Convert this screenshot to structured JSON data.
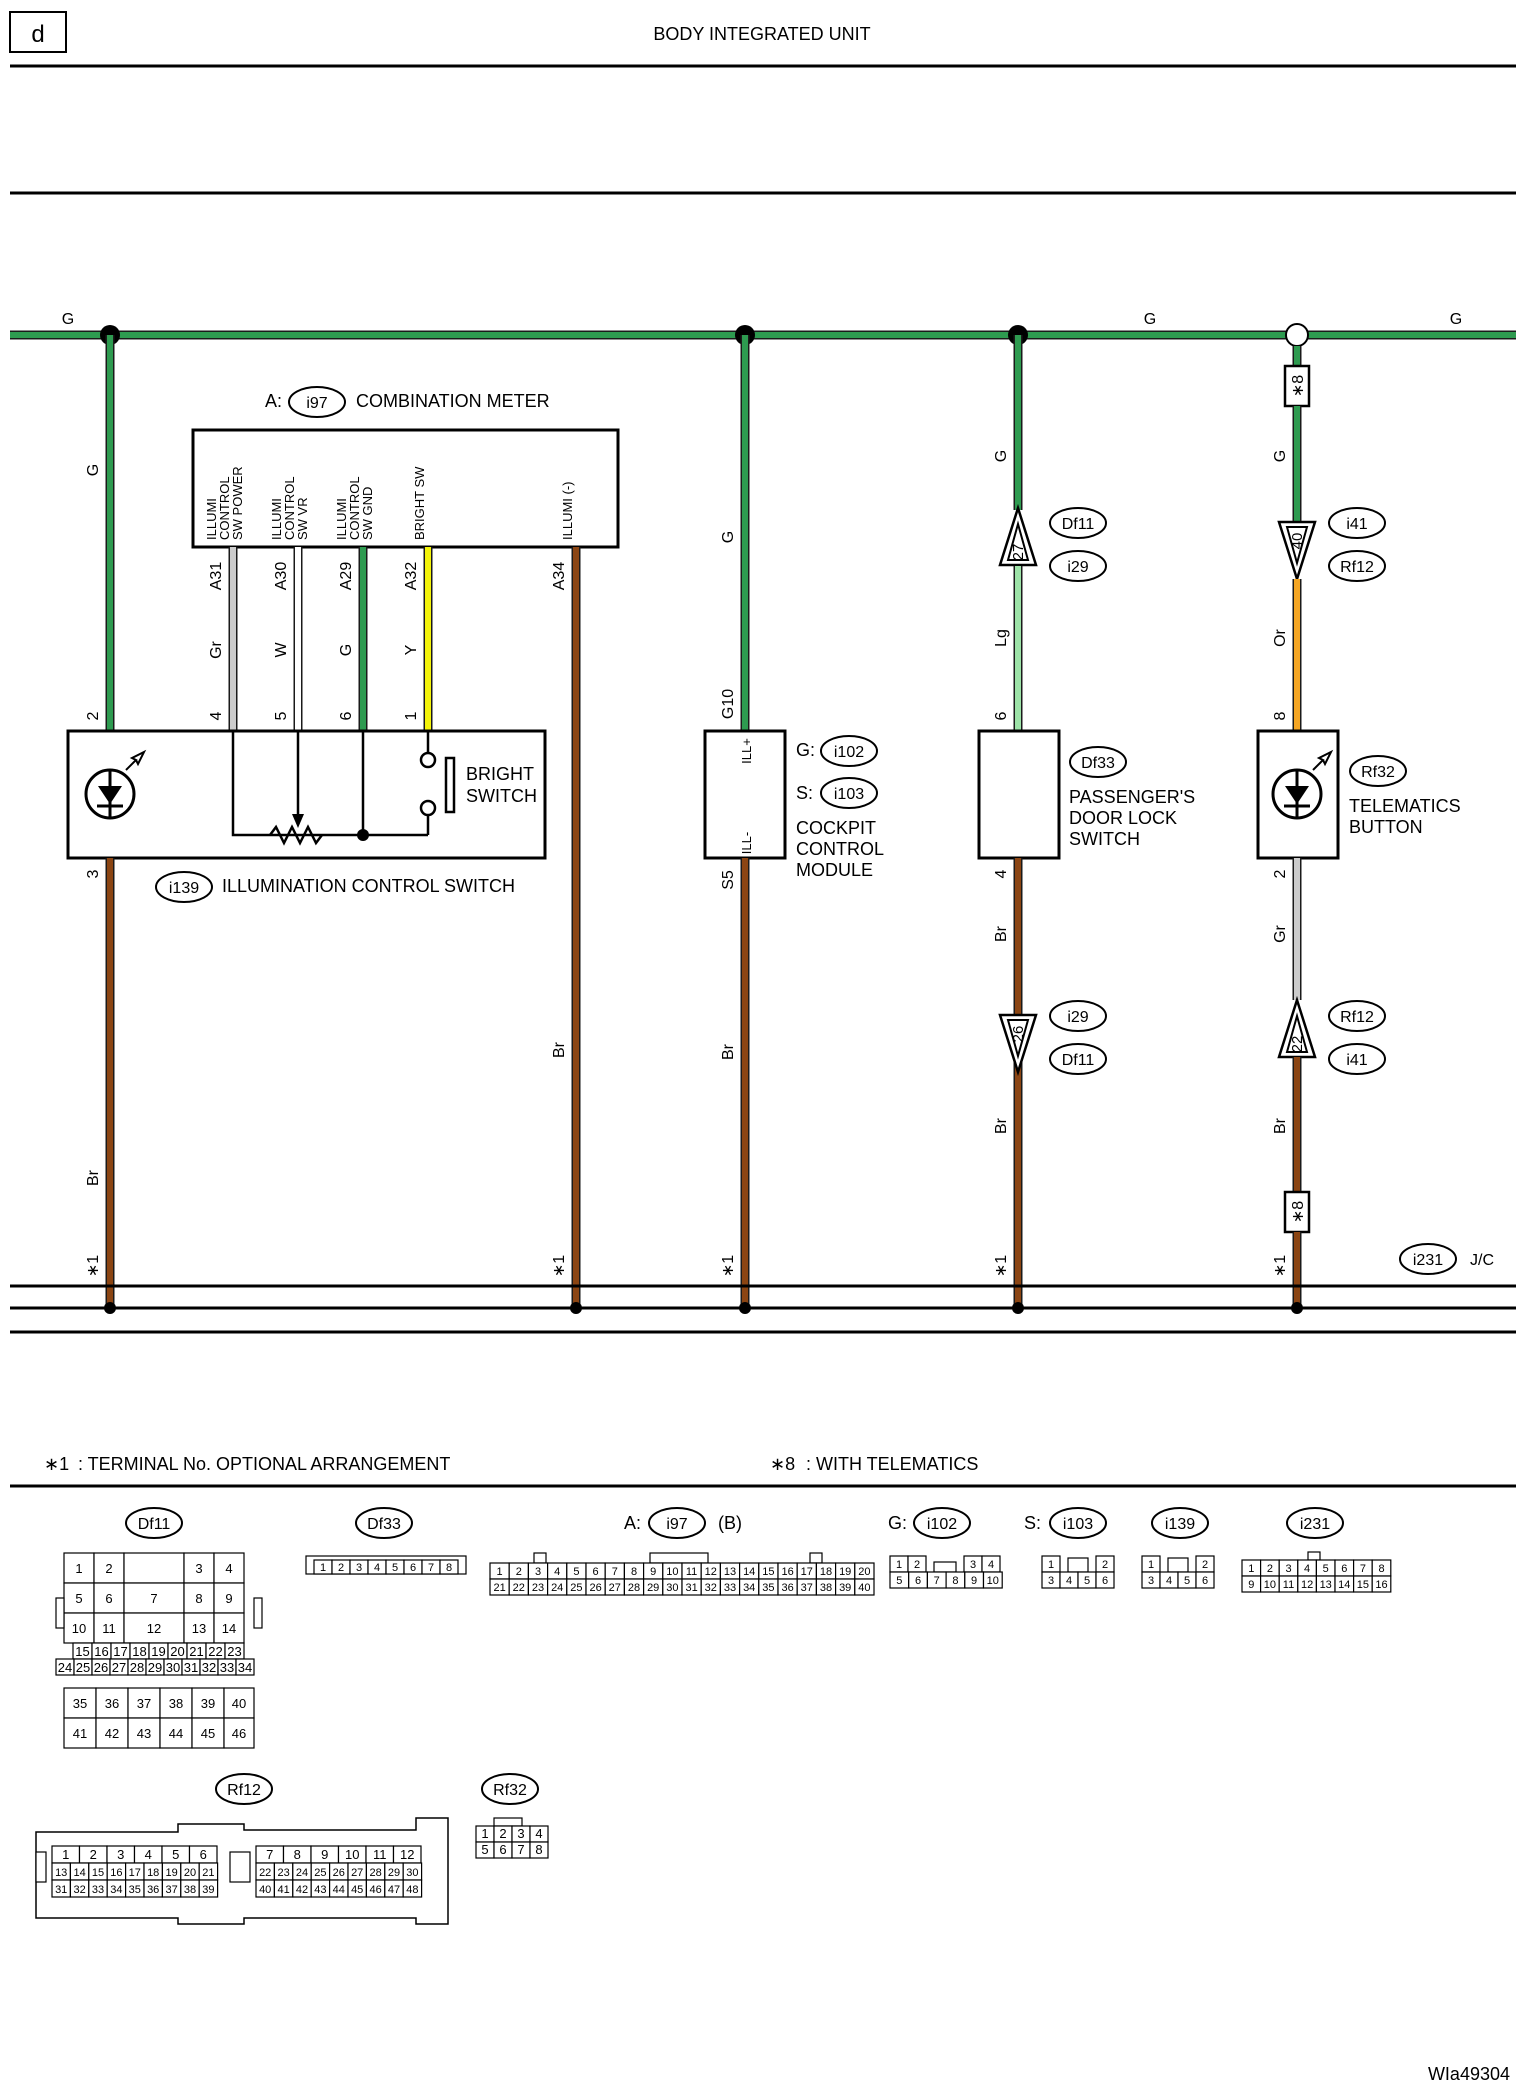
{
  "header": {
    "page_letter": "d",
    "title": "BODY INTEGRATED UNIT"
  },
  "wire_colors": {
    "G": "#2e9b50",
    "Lg": "#9de3a8",
    "Br": "#8b4513",
    "Gr": "#cccccc",
    "W": "#ffffff",
    "Y": "#f4f40a",
    "Or": "#f5a623"
  },
  "bus": {
    "label_left": "G",
    "label_mid": "G",
    "label_right": "G"
  },
  "combination_meter": {
    "prefix": "A:",
    "connector": "i97",
    "title": "COMBINATION METER",
    "pins": [
      {
        "name_lines": [
          "ILLUMI",
          "CONTROL",
          "SW POWER"
        ],
        "pin": "A31",
        "color": "Gr",
        "switch_pin": "4"
      },
      {
        "name_lines": [
          "ILLUMI",
          "CONTROL",
          "SW VR"
        ],
        "pin": "A30",
        "color": "W",
        "switch_pin": "5"
      },
      {
        "name_lines": [
          "ILLUMI",
          "CONTROL",
          "SW GND"
        ],
        "pin": "A29",
        "color": "G",
        "switch_pin": "6"
      },
      {
        "name_lines": [
          "BRIGHT SW"
        ],
        "pin": "A32",
        "color": "Y",
        "switch_pin": "1"
      },
      {
        "name_lines": [
          "ILLUMI (-)"
        ],
        "pin": "A34",
        "color": "Br"
      }
    ]
  },
  "illumination_switch": {
    "connector": "i139",
    "title": "ILLUMINATION CONTROL SWITCH",
    "bright_switch": [
      "BRIGHT",
      "SWITCH"
    ],
    "top_wire_color": "G",
    "top_pin": "2",
    "bottom_pin": "3",
    "bottom_wire_color": "Br"
  },
  "cockpit": {
    "top_wire_color": "G",
    "top_pin": "G10",
    "bottom_pin": "S5",
    "bottom_wire_color": "Br",
    "ill_plus": "ILL+",
    "ill_minus": "ILL-",
    "g_prefix": "G:",
    "g_connector": "i102",
    "s_prefix": "S:",
    "s_connector": "i103",
    "title_lines": [
      "COCKPIT",
      "CONTROL",
      "MODULE"
    ]
  },
  "door_lock": {
    "top_wire_color": "G",
    "upper_connector_a": "Df11",
    "upper_connector_b": "i29",
    "upper_pin": "27",
    "mid_wire_color": "Lg",
    "sw_top_pin": "6",
    "connector": "Df33",
    "title_lines": [
      "PASSENGER'S",
      "DOOR LOCK",
      "SWITCH"
    ],
    "sw_bottom_pin": "4",
    "lower_wire_color_a": "Br",
    "lower_connector_a": "i29",
    "lower_connector_b": "Df11",
    "lower_pin": "26",
    "lower_wire_color_b": "Br"
  },
  "telematics": {
    "top_note": "∗8",
    "top_wire_color": "G",
    "upper_connector_a": "i41",
    "upper_connector_b": "Rf12",
    "upper_pin": "40",
    "mid_wire_color": "Or",
    "btn_top_pin": "8",
    "connector": "Rf32",
    "title_lines": [
      "TELEMATICS",
      "BUTTON"
    ],
    "btn_bottom_pin": "2",
    "lower_wire_color_a": "Gr",
    "lower_connector_a": "Rf12",
    "lower_connector_b": "i41",
    "lower_pin": "22",
    "lower_wire_color_b": "Br",
    "bottom_note": "∗8"
  },
  "ground_bus": {
    "note": "∗1",
    "connector": "i231",
    "suffix": "J/C"
  },
  "notes": {
    "note1_mark": "∗1",
    "note1_text": ": TERMINAL No. OPTIONAL ARRANGEMENT",
    "note8_mark": "∗8",
    "note8_text": ": WITH TELEMATICS"
  },
  "connector_views": {
    "df11": {
      "label": "Df11",
      "rows": [
        [
          "1",
          "2",
          "",
          "3",
          "4"
        ],
        [
          "5",
          "6",
          "7",
          "8",
          "9"
        ],
        [
          "10",
          "11",
          "12",
          "13",
          "14"
        ],
        [
          "15",
          "16",
          "17",
          "18",
          "19",
          "20",
          "21",
          "22",
          "23"
        ],
        [
          "24",
          "25",
          "26",
          "27",
          "28",
          "29",
          "30",
          "31",
          "32",
          "33",
          "34"
        ],
        [
          "35",
          "36",
          "37",
          "38",
          "39",
          "40"
        ],
        [
          "41",
          "42",
          "43",
          "44",
          "45",
          "46"
        ]
      ]
    },
    "df33": {
      "label": "Df33",
      "rows": [
        [
          "1",
          "2",
          "3",
          "4",
          "5",
          "6",
          "7",
          "8"
        ]
      ]
    },
    "i97": {
      "prefix": "A:",
      "label": "i97",
      "suffix": "(B)",
      "rows": [
        [
          "1",
          "2",
          "3",
          "4",
          "5",
          "6",
          "7",
          "8",
          "9",
          "10",
          "11",
          "12",
          "13",
          "14",
          "15",
          "16",
          "17",
          "18",
          "19",
          "20"
        ],
        [
          "21",
          "22",
          "23",
          "24",
          "25",
          "26",
          "27",
          "28",
          "29",
          "30",
          "31",
          "32",
          "33",
          "34",
          "35",
          "36",
          "37",
          "38",
          "39",
          "40"
        ]
      ]
    },
    "i102": {
      "prefix": "G:",
      "label": "i102",
      "rows": [
        [
          "1",
          "2",
          "3",
          "4"
        ],
        [
          "5",
          "6",
          "7",
          "8",
          "9",
          "10"
        ]
      ]
    },
    "i103": {
      "prefix": "S:",
      "label": "i103",
      "rows": [
        [
          "1",
          "2"
        ],
        [
          "3",
          "4",
          "5",
          "6"
        ]
      ]
    },
    "i139": {
      "label": "i139",
      "rows": [
        [
          "1",
          "2"
        ],
        [
          "3",
          "4",
          "5",
          "6"
        ]
      ]
    },
    "i231": {
      "label": "i231",
      "rows": [
        [
          "1",
          "2",
          "3",
          "4",
          "5",
          "6",
          "7",
          "8"
        ],
        [
          "9",
          "10",
          "11",
          "12",
          "13",
          "14",
          "15",
          "16"
        ]
      ]
    },
    "rf12": {
      "label": "Rf12",
      "left_rows": [
        [
          "1",
          "2",
          "3",
          "4",
          "5",
          "6"
        ],
        [
          "13",
          "14",
          "15",
          "16",
          "17",
          "18",
          "19",
          "20",
          "21"
        ],
        [
          "31",
          "32",
          "33",
          "34",
          "35",
          "36",
          "37",
          "38",
          "39"
        ]
      ],
      "right_rows": [
        [
          "7",
          "8",
          "9",
          "10",
          "11",
          "12"
        ],
        [
          "22",
          "23",
          "24",
          "25",
          "26",
          "27",
          "28",
          "29",
          "30"
        ],
        [
          "40",
          "41",
          "42",
          "43",
          "44",
          "45",
          "46",
          "47",
          "48"
        ]
      ]
    },
    "rf32": {
      "label": "Rf32",
      "rows": [
        [
          "1",
          "2",
          "3",
          "4"
        ],
        [
          "5",
          "6",
          "7",
          "8"
        ]
      ]
    }
  },
  "figure_id": "WIa49304"
}
